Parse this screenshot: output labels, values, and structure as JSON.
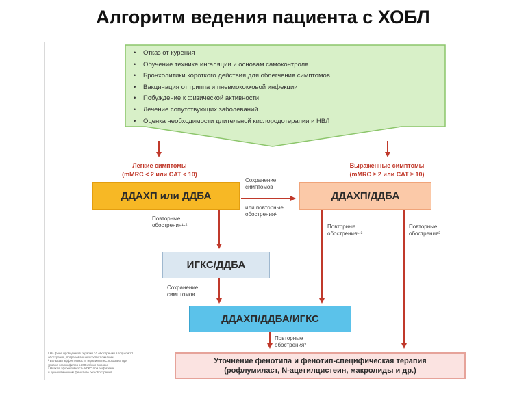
{
  "title": "Алгоритм ведения пациента с ХОБЛ",
  "banner": {
    "items": [
      "Отказ от курения",
      "Обучение технике ингаляции и основам самоконтроля",
      "Бронхолитики короткого действия для облегчения симптомов",
      "Вакцинация от гриппа и пневмококковой инфекции",
      "Побуждение к физической активности",
      "Лечение сопутствующих заболеваний",
      "Оценка необходимости длительной кислородотерапии и НВЛ"
    ]
  },
  "mild": {
    "title": "Легкие симптомы",
    "criteria": "(mMRC < 2 или CAT < 10)"
  },
  "severe": {
    "title": "Выраженные симптомы",
    "criteria": "(mMRC ≥ 2 или CAT ≥ 10)"
  },
  "boxes": {
    "ddaxp_or_ddba": "ДДАХП или ДДБА",
    "ddaxp_ddba": "ДДАХП/ДДБА",
    "igks_ddba": "ИГКС/ДДБА",
    "triple": "ДДАХП/ДДБА/ИГКС",
    "final_line1": "Уточнение фенотипа и фенотип-специфическая терапия",
    "final_line2": "(рофлумиласт, N-ацетилцистеин, макролиды и др.)"
  },
  "labels": {
    "persist_1": "Сохранение",
    "persist_2": "симптомов",
    "or_repeat_1": "или повторные",
    "or_repeat_2": "обострения¹",
    "rep_a_1": "Повторные",
    "rep_a_2": "обострения¹·²",
    "rep_b_1": "Повторные",
    "rep_b_2": "обострения¹·³",
    "rep_c_1": "Повторные",
    "rep_c_2": "обострения³",
    "persist2_1": "Сохранение",
    "persist2_2": "симптомов",
    "rep_d_1": "Повторные",
    "rep_d_2": "обострения³"
  },
  "footnotes": [
    "¹ На фоне проводимой терапии ≥2 обострений в год или ≥1",
    "обострения, потребовавшего госпитализации",
    "² Большая эффективность терапии ИГКС показана при",
    "уровне эозинофилов ≥300 кл/мкл в крови",
    "³ Низкая эффективность ИГКС при эмфиземе",
    "и бронхитическом фенотипе без обострений"
  ],
  "colors": {
    "banner_fill": "#d8f0c8",
    "banner_stroke": "#8cc56b",
    "orange": "#f7b825",
    "salmon": "#fbc9a8",
    "light_blue": "#dbe7f1",
    "cyan": "#5bc2ea",
    "pink": "#fbe3e1",
    "arrow_red": "#c0392b"
  }
}
